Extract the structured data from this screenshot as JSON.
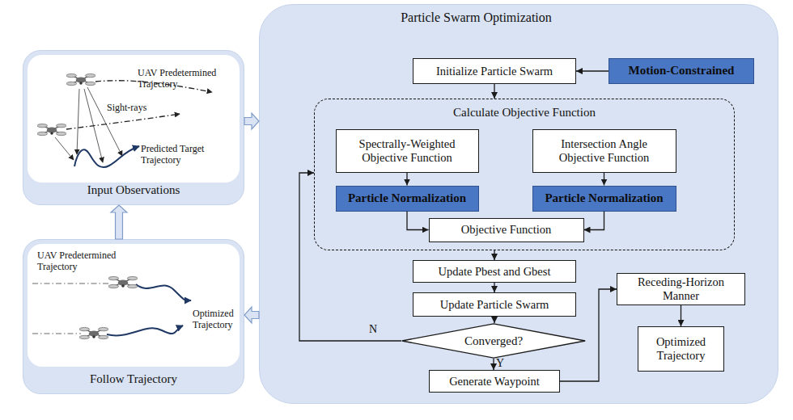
{
  "diagram": {
    "nodes": [
      {
        "text": [
          "Input Observations"
        ]
      },
      {
        "text": [
          "Particle Swarm Optimization"
        ]
      },
      {
        "text": [
          "Initialize Particle Swarm"
        ],
        "in": 1
      },
      {
        "text": [
          "Motion-Constrained"
        ],
        "in": 1
      },
      {
        "text": [
          "Calculate Objective Function"
        ],
        "in": 1
      },
      {
        "text": [
          "Spectrally-Weighted Objective Function"
        ],
        "in": 4
      },
      {
        "text": [
          "Intersection Angle Objective Function"
        ],
        "in": 4
      },
      {
        "text": [
          "Particle Normalization"
        ],
        "in": 4
      },
      {
        "text": [
          "Particle Normalization"
        ],
        "in": 4
      },
      {
        "text": [
          "Objective Function"
        ],
        "in": 4
      },
      {
        "text": [
          "Update Pbest and Gbest"
        ],
        "in": 1
      },
      {
        "text": [
          "Update Particle Swarm"
        ],
        "in": 1
      },
      {
        "text": [
          "Converged?"
        ],
        "in": 1
      },
      {
        "text": [
          "Generate Waypoint"
        ],
        "in": 1
      },
      {
        "text": [
          "Receding-Horizon Manner"
        ],
        "in": 1
      },
      {
        "text": [
          "Optimized Trajectory"
        ],
        "in": 1
      },
      {
        "text": [
          "Follow Trajectory"
        ]
      }
    ],
    "edges": [
      {
        "from": 0,
        "to": 1,
        "arrow": "to"
      },
      {
        "from": 3,
        "to": 2,
        "arrow": "to"
      },
      {
        "from": 2,
        "to": 4,
        "arrow": "to"
      },
      {
        "from": 5,
        "to": 7,
        "arrow": "to"
      },
      {
        "from": 6,
        "to": 8,
        "arrow": "to"
      },
      {
        "from": 7,
        "to": 9,
        "arrow": "to"
      },
      {
        "from": 8,
        "to": 9,
        "arrow": "to"
      },
      {
        "from": 4,
        "to": 10,
        "arrow": "to"
      },
      {
        "from": 10,
        "to": 11,
        "arrow": "to"
      },
      {
        "from": 11,
        "to": 12,
        "arrow": "to"
      },
      {
        "from": 12,
        "to": 4,
        "label": "N",
        "arrow": "to"
      },
      {
        "from": 12,
        "to": 13,
        "label": "Y",
        "arrow": "to"
      },
      {
        "from": 13,
        "to": 14,
        "arrow": "to"
      },
      {
        "from": 14,
        "to": 15,
        "arrow": "to"
      },
      {
        "from": 1,
        "to": 16,
        "arrow": "to"
      },
      {
        "from": 16,
        "to": 0,
        "arrow": "to"
      }
    ],
    "labels": [
      "UAV Predetermined Trajectory",
      "Sight-rays",
      "Predicted Target Trajectory",
      "UAV Predetermined Trajectory",
      "Optimized Trajectory"
    ]
  }
}
